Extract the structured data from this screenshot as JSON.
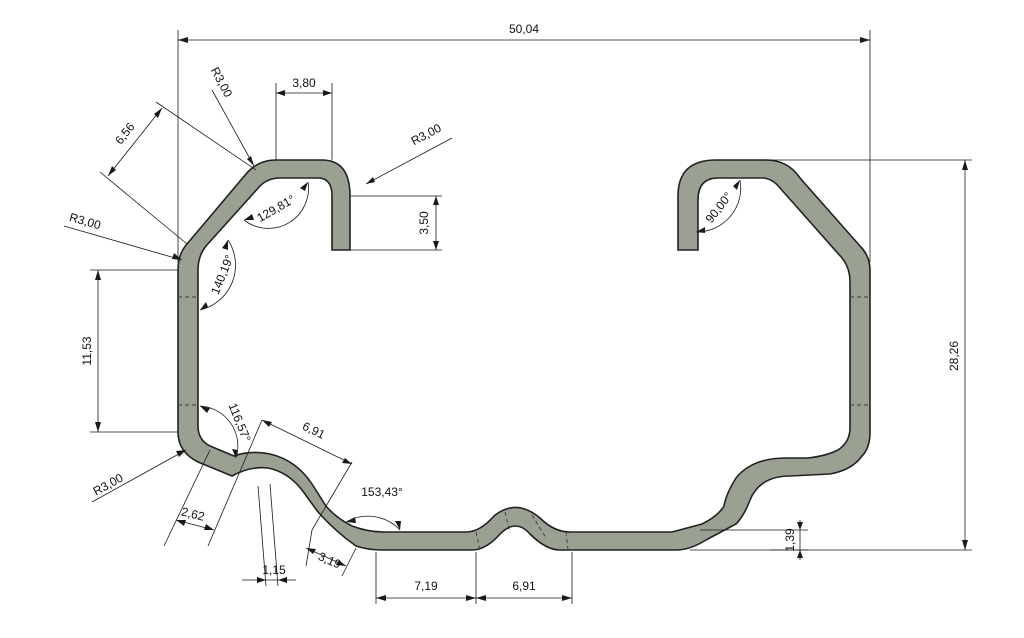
{
  "drawing": {
    "colors": {
      "metal": "#9aa092",
      "outline": "#222222",
      "dimension": "#1a1a1a"
    },
    "dimensions": {
      "overall_width": "50,04",
      "overall_height": "28,26",
      "top_flange_length": "3,80",
      "lip_height": "3,50",
      "chamfer_length": "6,56",
      "side_height": "11,53",
      "lower_offset_a": "2,62",
      "lower_offset_b": "6,91",
      "lower_thickness": "1,15",
      "lower_segment": "3,19",
      "bottom_left": "7,19",
      "bottom_right": "6,91",
      "groove_depth": "1,39"
    },
    "radii": {
      "top_left_bend": "R3,00",
      "top_right_bend": "R3,00",
      "left_upper_bend": "R3,00",
      "left_lower_bend": "R3,00"
    },
    "angles": {
      "top_corner": "129,81°",
      "left_upper": "140,19°",
      "left_lower": "116,57°",
      "bottom_ramp": "153,43°",
      "right_lip": "90,00°"
    }
  }
}
